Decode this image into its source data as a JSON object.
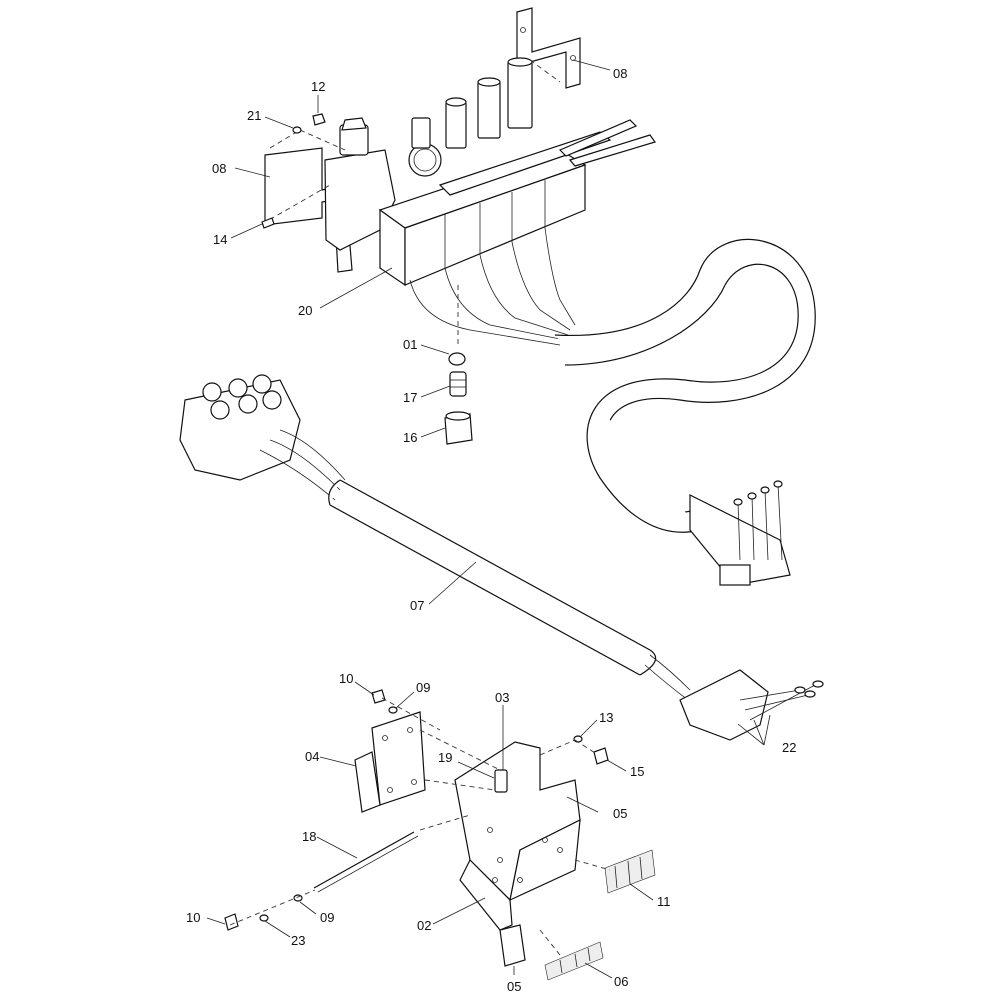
{
  "diagram": {
    "callouts": [
      "08",
      "12",
      "21",
      "08",
      "14",
      "20",
      "01",
      "17",
      "16",
      "07",
      "10",
      "09",
      "03",
      "13",
      "22",
      "04",
      "19",
      "15",
      "05",
      "18",
      "11",
      "02",
      "10",
      "23",
      "09",
      "06",
      "05"
    ],
    "colors": {
      "line": "#111111",
      "background": "#ffffff"
    }
  }
}
